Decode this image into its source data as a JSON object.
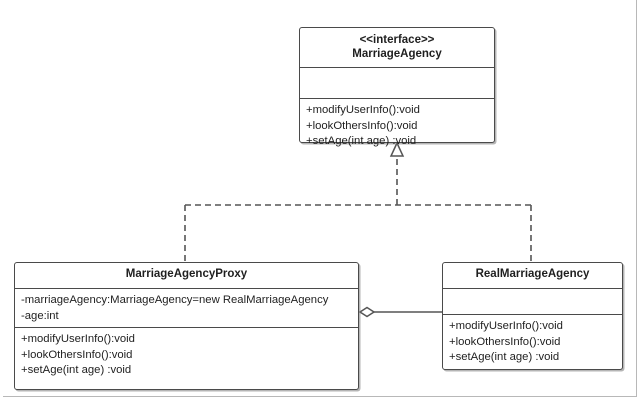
{
  "diagram": {
    "type": "uml-class-diagram",
    "title_visible": false,
    "colors": {
      "box_border": "#4a4a4a",
      "connector": "#555555",
      "background": "#ffffff",
      "page_border": "#b8b8b8"
    },
    "classes": [
      {
        "id": "interface",
        "stereotype": "<<interface>>",
        "name": "MarriageAgency",
        "attributes": [],
        "methods": [
          "+modifyUserInfo():void",
          "+lookOthersInfo():void",
          "+setAge(int age) :void"
        ]
      },
      {
        "id": "proxy",
        "stereotype": "",
        "name": "MarriageAgencyProxy",
        "attributes": [
          "-marriageAgency:MarriageAgency=new RealMarriageAgency",
          "-age:int"
        ],
        "methods": [
          "+modifyUserInfo():void",
          "+lookOthersInfo():void",
          "+setAge(int age) :void"
        ]
      },
      {
        "id": "real",
        "stereotype": "",
        "name": "RealMarriageAgency",
        "attributes": [],
        "methods": [
          "+modifyUserInfo():void",
          "+lookOthersInfo():void",
          "+setAge(int age) :void"
        ]
      }
    ],
    "relationships": [
      {
        "id": "realization-proxy",
        "kind": "realization",
        "style": "dashed",
        "arrow": "hollow-triangle",
        "from": "MarriageAgencyProxy",
        "to": "MarriageAgency"
      },
      {
        "id": "realization-real",
        "kind": "realization",
        "style": "dashed",
        "arrow": "hollow-triangle",
        "from": "RealMarriageAgency",
        "to": "MarriageAgency"
      },
      {
        "id": "aggregation-proxy-real",
        "kind": "aggregation",
        "style": "solid",
        "arrow": "hollow-diamond",
        "from": "MarriageAgencyProxy",
        "to": "RealMarriageAgency"
      }
    ]
  }
}
